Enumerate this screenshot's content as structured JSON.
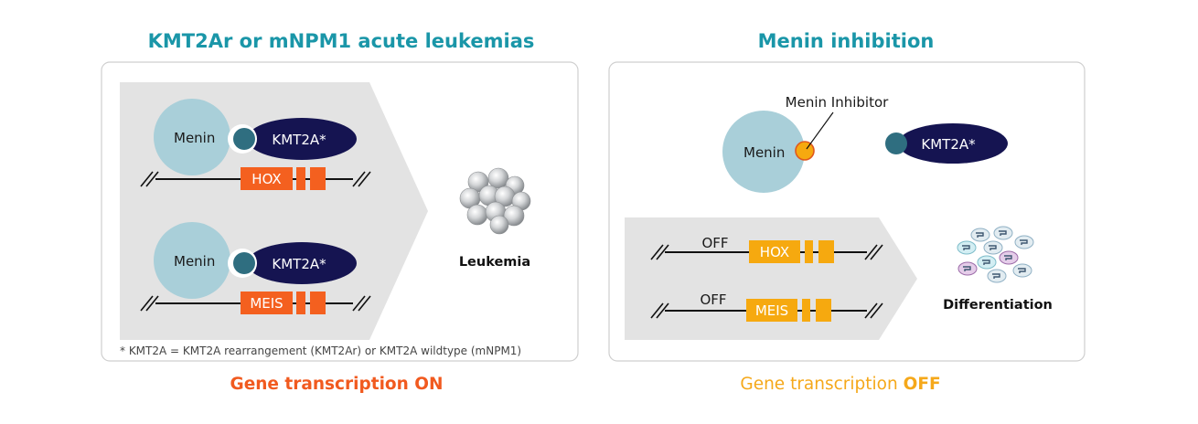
{
  "left_panel": {
    "title": "KMT2Ar or mNPM1 acute leukemias",
    "complex_top": {
      "menin_label": "Menin",
      "kmt2a_label": "KMT2A*",
      "gene_label": "HOX"
    },
    "complex_bottom": {
      "menin_label": "Menin",
      "kmt2a_label": "KMT2A*",
      "gene_label": "MEIS"
    },
    "outcome_label": "Leukemia",
    "footnote": "* KMT2A = KMT2A rearrangement (KMT2Ar) or KMT2A wildtype (mNPM1)",
    "status_text": "Gene transcription ON"
  },
  "right_panel": {
    "title": "Menin inhibition",
    "inhibitor_label": "Menin Inhibitor",
    "menin_label": "Menin",
    "kmt2a_label": "KMT2A*",
    "gene_top": {
      "state_label": "OFF",
      "gene_label": "HOX"
    },
    "gene_bottom": {
      "state_label": "OFF",
      "gene_label": "MEIS"
    },
    "outcome_label": "Differentiation",
    "status_prefix": "Gene transcription ",
    "status_emphasis": "OFF"
  },
  "colors": {
    "title_teal": "#1a96a8",
    "menin_blue": "#a9cfd9",
    "kmt2a_navy": "#151451",
    "binder_teal": "#2f6e80",
    "gene_on_orange": "#f4601f",
    "gene_off_amber": "#f6a90f",
    "status_on": "#f15a1f",
    "status_off": "#f5a81a",
    "chevron_gray": "#e3e3e3"
  }
}
